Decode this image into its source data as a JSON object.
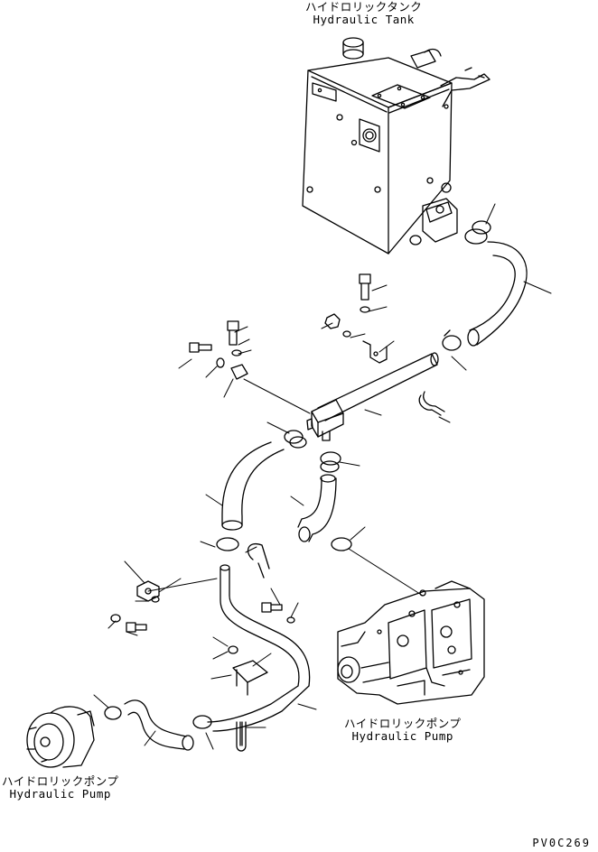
{
  "labels": {
    "tank": {
      "jp": "ハイドロリックタンク",
      "en": "Hydraulic Tank"
    },
    "pump_main": {
      "jp": "ハイドロリックポンプ",
      "en": "Hydraulic Pump"
    },
    "pump_small": {
      "jp": "ハイドロリックポンプ",
      "en": "Hydraulic Pump"
    }
  },
  "drawing_code": "PV0C269"
}
